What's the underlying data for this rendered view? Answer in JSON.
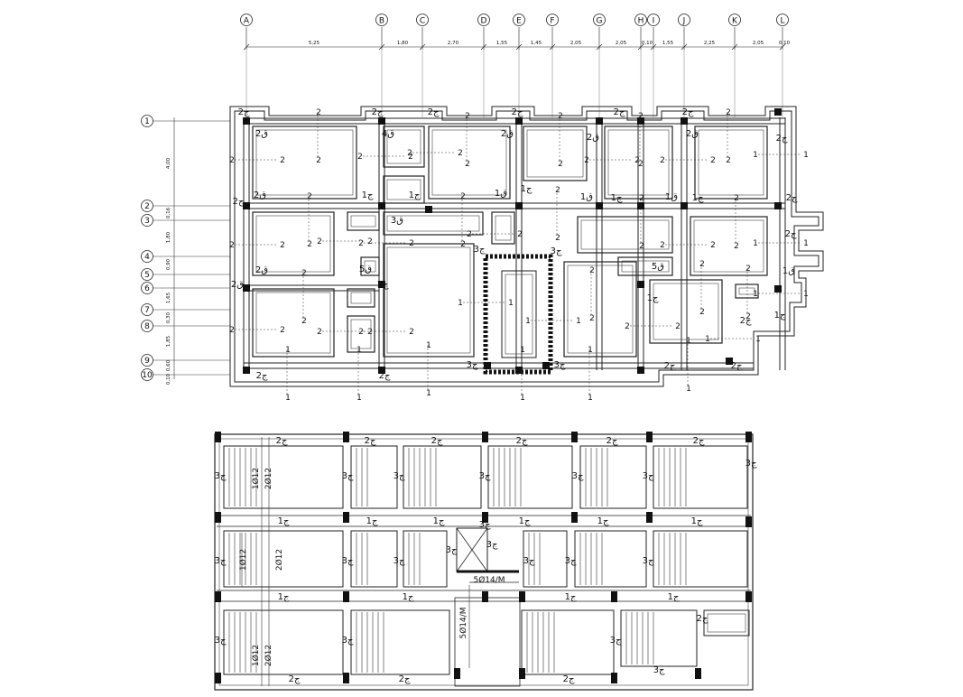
{
  "plan": {
    "grid_columns": [
      "A",
      "B",
      "C",
      "D",
      "E",
      "F",
      "G",
      "H",
      "I",
      "J",
      "K",
      "L"
    ],
    "grid_rows": [
      "1",
      "2",
      "3",
      "4",
      "5",
      "6",
      "7",
      "8",
      "9",
      "10"
    ],
    "top_dimensions": [
      "5,25",
      "1,80",
      "2,70",
      "1,55",
      "1,45",
      "2,05",
      "2,05",
      "0,10",
      "1,55",
      "2,25",
      "2,05",
      "0,10"
    ],
    "left_dimensions": [
      "4,00",
      "0,16",
      "1,80",
      "0,90",
      "1,65",
      "0,30",
      "1,85",
      "0,60",
      "0,10"
    ],
    "upper_labels": [
      "2ج",
      "2ج",
      "2ج",
      "2ج",
      "2ج",
      "2ج",
      "2ق",
      "2ق",
      "2ق",
      "2ق",
      "2ق",
      "4ق",
      "1ج",
      "1ج",
      "1ج",
      "1ج",
      "1ج",
      "1ق",
      "1ق",
      "1ق",
      "2ج",
      "2ق",
      "3ق",
      "5ق",
      "1ج",
      "3ج",
      "3ج",
      "3ج",
      "3ج",
      "5ق",
      "1ج",
      "2ج",
      "2ج",
      "2ج",
      "1ق",
      "1ج",
      "2ج",
      "2ج",
      "2ج",
      "2ج",
      "2ج",
      "2ق"
    ],
    "section_marks": [
      "2",
      "1"
    ],
    "lower_labels": [
      "2ج",
      "2ج",
      "2ج",
      "2ج",
      "2ج",
      "2ج",
      "3ج",
      "3ج",
      "3ج",
      "3ج",
      "3ج",
      "3ج",
      "3ج",
      "1ج",
      "1ج",
      "1ج",
      "1ج",
      "1ج",
      "1ج",
      "1ج",
      "1ج",
      "1ج",
      "1ج",
      "3ج",
      "3ج",
      "3ج",
      "3ج",
      "3ج",
      "3ج",
      "3ج",
      "3ج",
      "3ج",
      "3ج",
      "3ج",
      "3ج",
      "2ج",
      "2ج",
      "2ج",
      "2ج",
      "3ج"
    ],
    "lower_rebar": [
      "1Ø12",
      "2Ø12",
      "1Ø12",
      "2Ø12",
      "1Ø12",
      "2Ø12",
      "5Ø14/M",
      "5Ø14/M"
    ]
  }
}
